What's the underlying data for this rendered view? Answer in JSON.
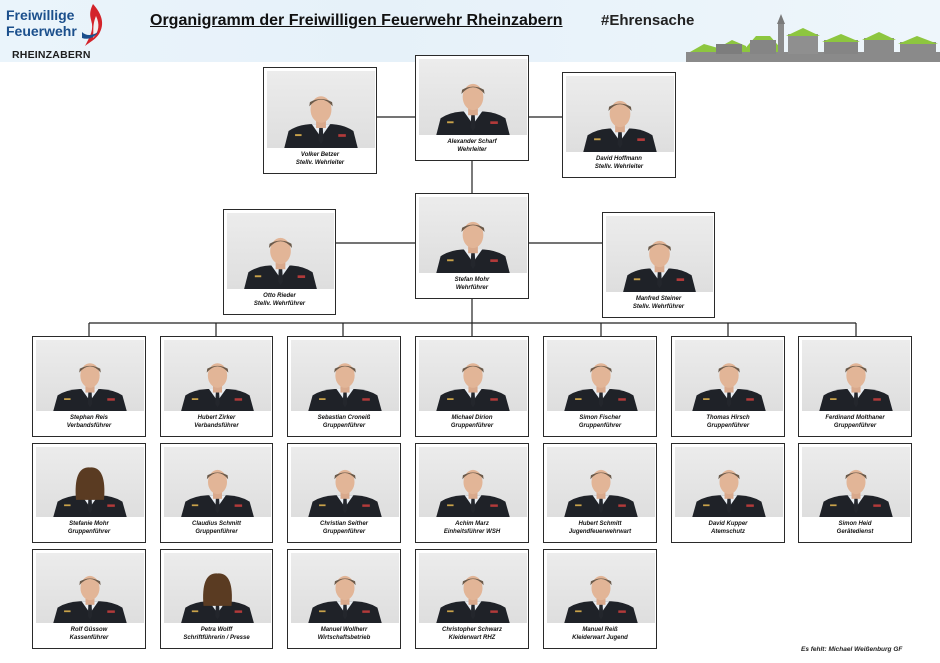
{
  "logo": {
    "line1": "Freiwillige",
    "line2": "Feuerwehr",
    "line3": "RHEINZABERN"
  },
  "title": "Organigramm der Freiwilligen Feuerwehr Rheinzabern",
  "hashtag": "#Ehrensache",
  "colors": {
    "logo_blue": "#1b4f8c",
    "flame_red": "#d3232a",
    "jacket": "#1f2228",
    "roof_green": "#8dc63f",
    "building_gray": "#8a8a8a"
  },
  "members": [
    {
      "name": "Volker Betzer",
      "role": "Stellv. Wehrleiter"
    },
    {
      "name": "Alexander Scharf",
      "role": "Wehrleiter"
    },
    {
      "name": "David Hoffmann",
      "role": "Stellv. Wehrleiter"
    },
    {
      "name": "Otto Rieder",
      "role": "Stellv. Wehrführer"
    },
    {
      "name": "Stefan Mohr",
      "role": "Wehrführer"
    },
    {
      "name": "Manfred Steiner",
      "role": "Stellv. Wehrführer"
    },
    {
      "name": "Stephan Reis",
      "role": "Verbandsführer"
    },
    {
      "name": "Hubert Zirker",
      "role": "Verbandsführer"
    },
    {
      "name": "Sebastian Croneiß",
      "role": "Gruppenführer"
    },
    {
      "name": "Michael Dirion",
      "role": "Gruppenführer"
    },
    {
      "name": "Simon Fischer",
      "role": "Gruppenführer"
    },
    {
      "name": "Thomas Hirsch",
      "role": "Gruppenführer"
    },
    {
      "name": "Ferdinand Molthaner",
      "role": "Gruppenführer"
    },
    {
      "name": "Stefanie Mohr",
      "role": "Gruppenführer"
    },
    {
      "name": "Claudius Schmitt",
      "role": "Gruppenführer"
    },
    {
      "name": "Christian Seither",
      "role": "Gruppenführer"
    },
    {
      "name": "Achim Marz",
      "role": "Einheitsführer WSH"
    },
    {
      "name": "Hubert Schmitt",
      "role": "Jugendfeuerwehrwart"
    },
    {
      "name": "David Kupper",
      "role": "Atemschutz"
    },
    {
      "name": "Simon Heid",
      "role": "Gerätedienst"
    },
    {
      "name": "Rolf Güssow",
      "role": "Kassenführer"
    },
    {
      "name": "Petra Wolff",
      "role": "Schriftführerin /  Presse"
    },
    {
      "name": "Manuel Wollherr",
      "role": "Wirtschaftsbetrieb"
    },
    {
      "name": "Christopher Schwarz",
      "role": "Kleiderwart RHZ"
    },
    {
      "name": "Manuel Reiß",
      "role": "Kleiderwart Jugend"
    }
  ],
  "missing_note": "Es fehlt: Michael Weißenburg GF"
}
